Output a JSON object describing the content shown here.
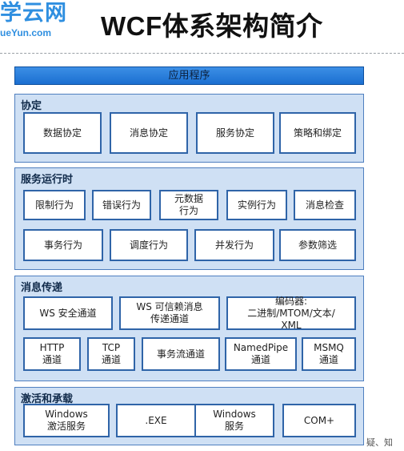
{
  "header": {
    "logo_cn": "学云网",
    "logo_en": "ueYun.com",
    "title": "WCF体系架构简介"
  },
  "app_layer": {
    "label": "应用程序"
  },
  "sections": {
    "contracts": {
      "title": "协定",
      "items": [
        "数据协定",
        "消息协定",
        "服务协定",
        "策略和绑定"
      ]
    },
    "runtime": {
      "title": "服务运行时",
      "items": [
        "限制行为",
        "错误行为",
        "元数据\n行为",
        "实例行为",
        "消息检查",
        "事务行为",
        "调度行为",
        "并发行为",
        "参数筛选"
      ]
    },
    "messaging": {
      "title": "消息传递",
      "items": [
        "WS 安全通道",
        "WS 可信赖消息\n传递通道",
        "编码器:\n二进制/MTOM/文本/\nXML",
        "HTTP\n通道",
        "TCP\n通道",
        "事务流通道",
        "NamedPipe\n通道",
        "MSMQ\n通道"
      ]
    },
    "hosting": {
      "title": "激活和承载",
      "items": [
        "Windows\n激活服务",
        ".EXE",
        "Windows\n服务",
        "COM+"
      ]
    }
  },
  "footer": {
    "text": "疑、知"
  },
  "colors": {
    "section_bg": "#cfe0f4",
    "box_border": "#2f64a8",
    "app_bar": "#2a7fdc",
    "logo": "#2f8fe0"
  }
}
